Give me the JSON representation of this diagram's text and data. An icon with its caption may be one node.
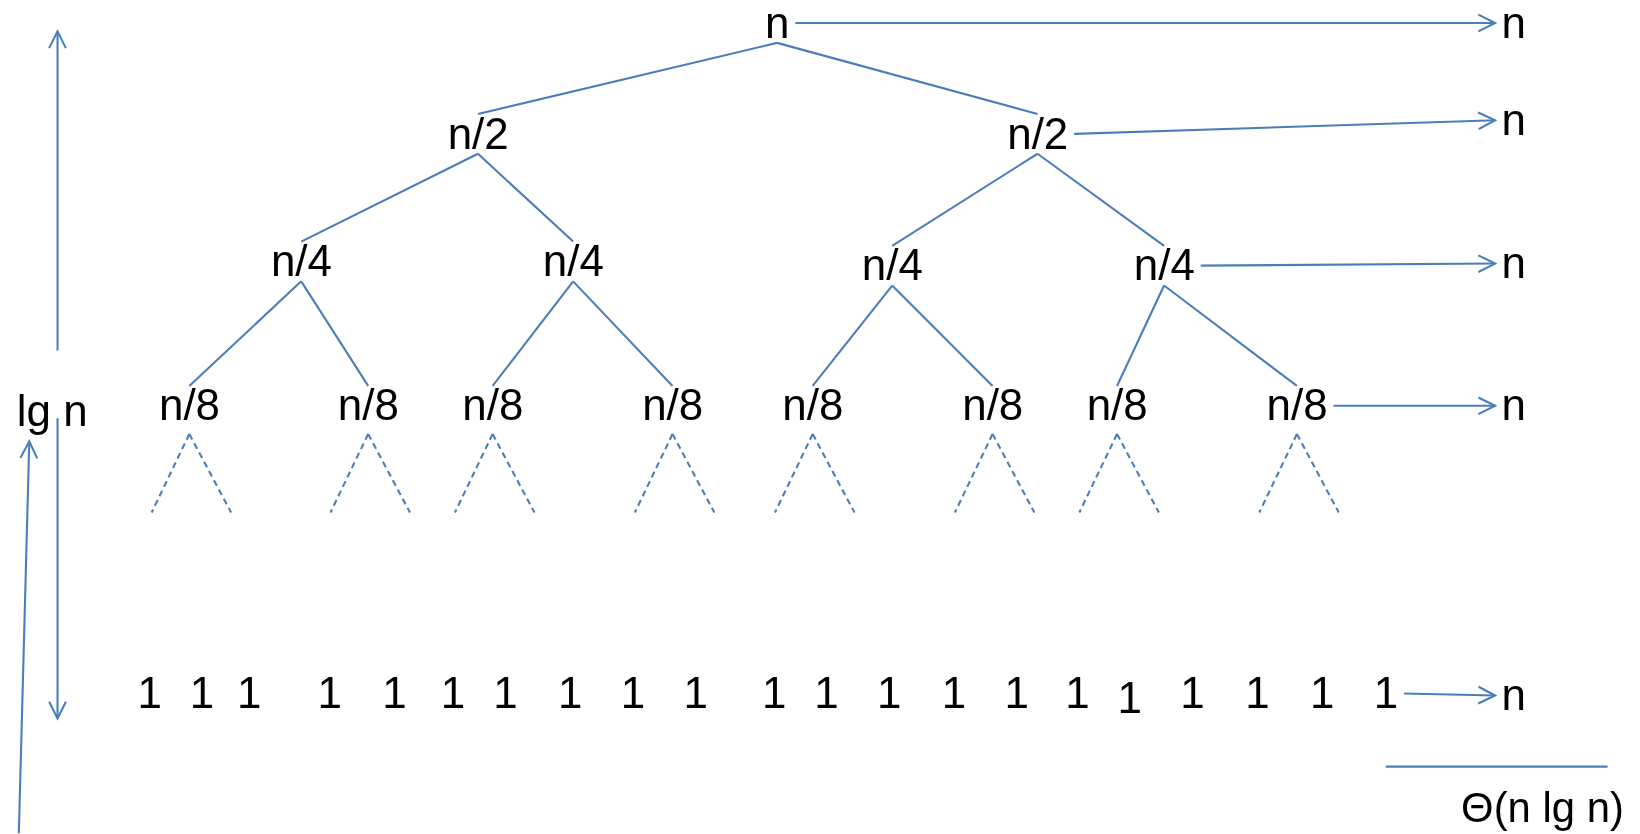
{
  "diagram": {
    "nodes": [
      {
        "text": [
          "n"
        ]
      },
      {
        "text": [
          "n"
        ]
      },
      {
        "text": [
          "n/2"
        ]
      },
      {
        "text": [
          "n/2"
        ]
      },
      {
        "text": [
          "n"
        ]
      },
      {
        "text": [
          "n/4"
        ]
      },
      {
        "text": [
          "n/4"
        ]
      },
      {
        "text": [
          "n/4"
        ]
      },
      {
        "text": [
          "n/4"
        ]
      },
      {
        "text": [
          "n"
        ]
      },
      {
        "text": [
          "lg n"
        ]
      },
      {
        "text": [
          "n/8"
        ]
      },
      {
        "text": [
          "n/8"
        ]
      },
      {
        "text": [
          "n/8"
        ]
      },
      {
        "text": [
          "n/8"
        ]
      },
      {
        "text": [
          "n/8"
        ]
      },
      {
        "text": [
          "n/8"
        ]
      },
      {
        "text": [
          "n/8"
        ]
      },
      {
        "text": [
          "n/8"
        ]
      },
      {
        "text": [
          "n"
        ]
      },
      {
        "text": [
          "1"
        ]
      },
      {
        "text": [
          "1"
        ]
      },
      {
        "text": [
          "1"
        ]
      },
      {
        "text": [
          "1"
        ]
      },
      {
        "text": [
          "1"
        ]
      },
      {
        "text": [
          "1"
        ]
      },
      {
        "text": [
          "1"
        ]
      },
      {
        "text": [
          "1"
        ]
      },
      {
        "text": [
          "1"
        ]
      },
      {
        "text": [
          "1"
        ]
      },
      {
        "text": [
          "1"
        ]
      },
      {
        "text": [
          "1"
        ]
      },
      {
        "text": [
          "1"
        ]
      },
      {
        "text": [
          "1"
        ]
      },
      {
        "text": [
          "1"
        ]
      },
      {
        "text": [
          "1"
        ]
      },
      {
        "text": [
          "1"
        ]
      },
      {
        "text": [
          "1"
        ]
      },
      {
        "text": [
          "1"
        ]
      },
      {
        "text": [
          "1"
        ]
      },
      {
        "text": [
          "1"
        ]
      },
      {
        "text": [
          "n"
        ]
      }
    ],
    "edges": [
      {
        "from": 0,
        "to": 2,
        "arrow": "none"
      },
      {
        "from": 0,
        "to": 3,
        "arrow": "none"
      },
      {
        "from": 2,
        "to": 5,
        "arrow": "none"
      },
      {
        "from": 2,
        "to": 6,
        "arrow": "none"
      },
      {
        "from": 3,
        "to": 7,
        "arrow": "none"
      },
      {
        "from": 3,
        "to": 8,
        "arrow": "none"
      },
      {
        "from": 5,
        "to": 11,
        "arrow": "none"
      },
      {
        "from": 5,
        "to": 12,
        "arrow": "none"
      },
      {
        "from": 6,
        "to": 13,
        "arrow": "none"
      },
      {
        "from": 6,
        "to": 14,
        "arrow": "none"
      },
      {
        "from": 7,
        "to": 15,
        "arrow": "none"
      },
      {
        "from": 7,
        "to": 16,
        "arrow": "none"
      },
      {
        "from": 8,
        "to": 17,
        "arrow": "none"
      },
      {
        "from": 8,
        "to": 18,
        "arrow": "none"
      },
      {
        "from": 11,
        "to": null,
        "arrow": "none",
        "style": "dashed"
      },
      {
        "from": 11,
        "to": null,
        "arrow": "none",
        "style": "dashed"
      },
      {
        "from": 12,
        "to": null,
        "arrow": "none",
        "style": "dashed"
      },
      {
        "from": 12,
        "to": null,
        "arrow": "none",
        "style": "dashed"
      },
      {
        "from": 13,
        "to": null,
        "arrow": "none",
        "style": "dashed"
      },
      {
        "from": 13,
        "to": null,
        "arrow": "none",
        "style": "dashed"
      },
      {
        "from": 14,
        "to": null,
        "arrow": "none",
        "style": "dashed"
      },
      {
        "from": 14,
        "to": null,
        "arrow": "none",
        "style": "dashed"
      },
      {
        "from": 15,
        "to": null,
        "arrow": "none",
        "style": "dashed"
      },
      {
        "from": 15,
        "to": null,
        "arrow": "none",
        "style": "dashed"
      },
      {
        "from": 16,
        "to": null,
        "arrow": "none",
        "style": "dashed"
      },
      {
        "from": 16,
        "to": null,
        "arrow": "none",
        "style": "dashed"
      },
      {
        "from": 17,
        "to": null,
        "arrow": "none",
        "style": "dashed"
      },
      {
        "from": 17,
        "to": null,
        "arrow": "none",
        "style": "dashed"
      },
      {
        "from": 18,
        "to": null,
        "arrow": "none",
        "style": "dashed"
      },
      {
        "from": 18,
        "to": null,
        "arrow": "none",
        "style": "dashed"
      },
      {
        "from": 0,
        "to": 1,
        "arrow": "to"
      },
      {
        "from": 3,
        "to": 4,
        "arrow": "to"
      },
      {
        "from": 8,
        "to": 9,
        "arrow": "to"
      },
      {
        "from": 18,
        "to": 19,
        "arrow": "to"
      },
      {
        "from": 40,
        "to": 41,
        "arrow": "to"
      },
      {
        "from": null,
        "to": 10,
        "arrow": "to"
      }
    ],
    "labels": [
      "Θ(n lg n)"
    ]
  }
}
